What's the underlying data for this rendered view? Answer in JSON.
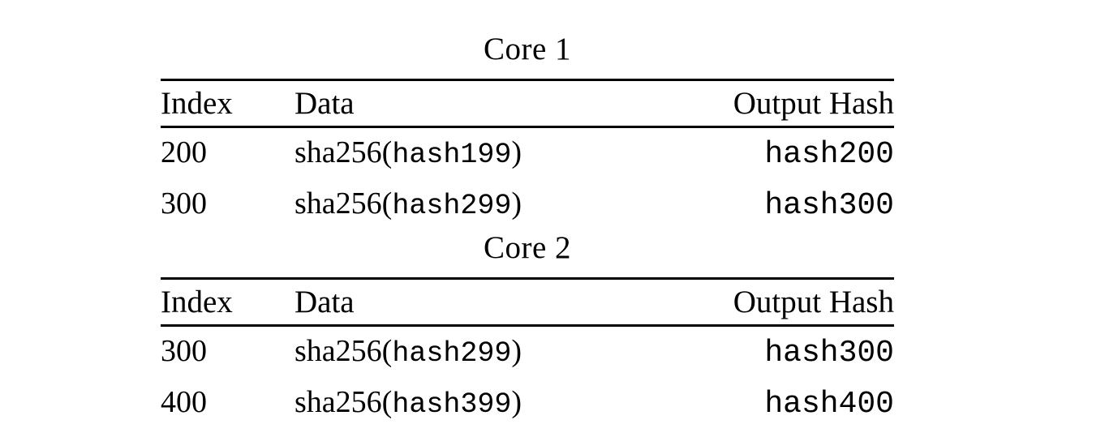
{
  "document": {
    "background_color": "#ffffff",
    "text_color": "#000000",
    "rule_color": "#000000"
  },
  "tables": [
    {
      "title": "Core 1",
      "columns": [
        "Index",
        "Data",
        "Output Hash"
      ],
      "rows": [
        {
          "index": "200",
          "data_prefix": "sha256(",
          "data_arg": "hash199",
          "data_suffix": ")",
          "data_full": "sha256(hash199)",
          "output_hash": "hash200"
        },
        {
          "index": "300",
          "data_prefix": "sha256(",
          "data_arg": "hash299",
          "data_suffix": ")",
          "data_full": "sha256(hash299)",
          "output_hash": "hash300"
        }
      ]
    },
    {
      "title": "Core 2",
      "columns": [
        "Index",
        "Data",
        "Output Hash"
      ],
      "rows": [
        {
          "index": "300",
          "data_prefix": "sha256(",
          "data_arg": "hash299",
          "data_suffix": ")",
          "data_full": "sha256(hash299)",
          "output_hash": "hash300"
        },
        {
          "index": "400",
          "data_prefix": "sha256(",
          "data_arg": "hash399",
          "data_suffix": ")",
          "data_full": "sha256(hash399)",
          "output_hash": "hash400"
        }
      ]
    }
  ]
}
